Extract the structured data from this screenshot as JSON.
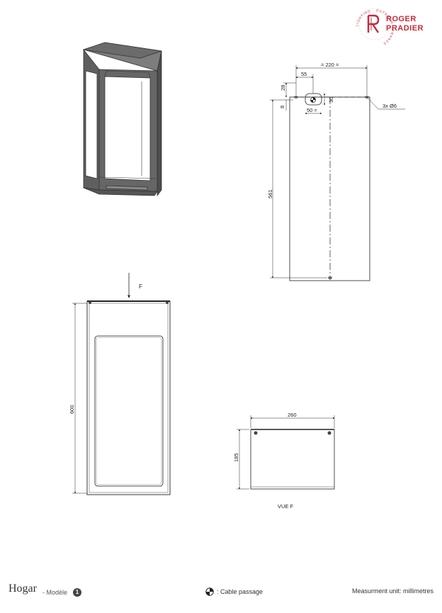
{
  "brand": {
    "line1": "ROGER",
    "line2": "PRADIER",
    "ring_text": "LIGHTING · OUTDOOR · FRANCE",
    "color": "#c62a3a"
  },
  "top_view": {
    "dim_width": "= 220 =",
    "dim_55": "55",
    "dim_28": "28",
    "dim_30": "30",
    "dim_8": "8",
    "dim_50": "50 =",
    "dim_height": "561",
    "holes_note": "3x Ø6"
  },
  "front_view": {
    "label_f": "F",
    "dim_height": "600"
  },
  "view_f": {
    "dim_width": "260",
    "dim_height": "185",
    "caption": "VUE  F"
  },
  "footer": {
    "product": "Hogar",
    "model_label": "- Modèle",
    "model_number": "1",
    "cable_legend": ": Cable passage",
    "cable_icon": "cable-passage-icon",
    "unit_note": "Measurment unit: millimetres"
  }
}
